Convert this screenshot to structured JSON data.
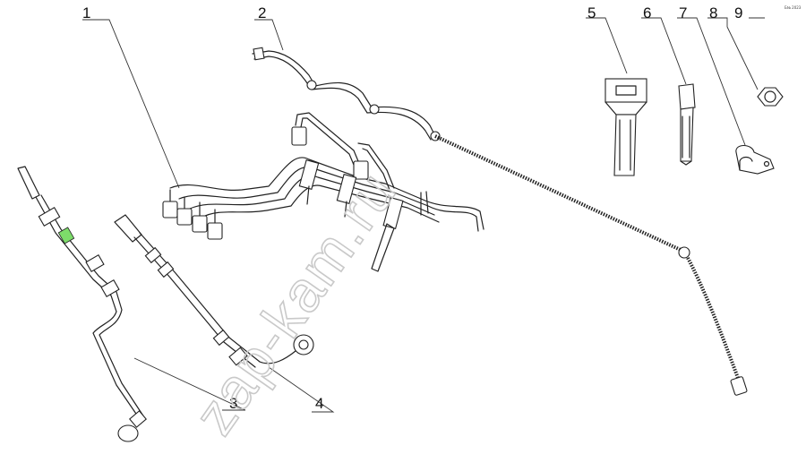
{
  "watermark": "zap-kam.ru",
  "corner_mark": "Б№ 2023",
  "callouts": {
    "c1": "1",
    "c2": "2",
    "c3": "3",
    "c4": "4",
    "c5": "5",
    "c6": "6",
    "c7": "7",
    "c8": "8",
    "c9": "9"
  },
  "colors": {
    "line": "#222222",
    "highlight": "#7ddc6a",
    "watermark": "#c9c9c9"
  }
}
